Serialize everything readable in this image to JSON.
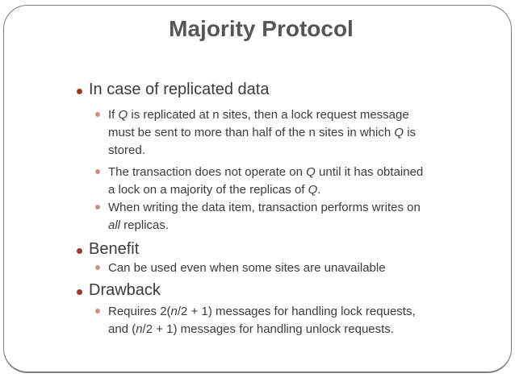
{
  "slide": {
    "title": "Majority Protocol",
    "colors": {
      "title": "#5a5555",
      "text": "#3b3b3b",
      "bullet_l1": "#9c392e",
      "bullet_l2": "#c6938a",
      "border": "#7d7d7d"
    },
    "bullets": [
      {
        "level": 1,
        "lines": [
          [
            {
              "t": "In case of replicated data"
            }
          ]
        ]
      },
      {
        "level": 2,
        "lines": [
          [
            {
              "t": "If "
            },
            {
              "t": "Q",
              "i": true
            },
            {
              "t": " is replicated at n sites, then a lock request message"
            }
          ],
          [
            {
              "t": "must be sent to more than half of the n sites in which "
            },
            {
              "t": "Q",
              "i": true
            },
            {
              "t": " is"
            }
          ],
          [
            {
              "t": "stored."
            }
          ]
        ]
      },
      {
        "level": 2,
        "lines": [
          [
            {
              "t": "The transaction does not operate on "
            },
            {
              "t": "Q",
              "i": true
            },
            {
              "t": " until it has obtained"
            }
          ],
          [
            {
              "t": "a lock on a majority of the replicas of "
            },
            {
              "t": "Q",
              "i": true
            },
            {
              "t": "."
            }
          ]
        ]
      },
      {
        "level": 2,
        "lines": [
          [
            {
              "t": "When writing the data item, transaction performs writes on"
            }
          ],
          [
            {
              "t": "all",
              "i": true
            },
            {
              "t": " replicas."
            }
          ]
        ]
      },
      {
        "level": 1,
        "lines": [
          [
            {
              "t": "Benefit"
            }
          ]
        ]
      },
      {
        "level": 2,
        "lines": [
          [
            {
              "t": "Can be used even when some sites are unavailable"
            }
          ]
        ]
      },
      {
        "level": 1,
        "lines": [
          [
            {
              "t": "Drawback"
            }
          ]
        ]
      },
      {
        "level": 2,
        "lines": [
          [
            {
              "t": "Requires 2("
            },
            {
              "t": "n",
              "i": true
            },
            {
              "t": "/2 + 1) messages for handling lock requests,"
            }
          ],
          [
            {
              "t": "and ("
            },
            {
              "t": "n",
              "i": true
            },
            {
              "t": "/2 + 1) messages for handling unlock requests."
            }
          ]
        ]
      }
    ]
  }
}
